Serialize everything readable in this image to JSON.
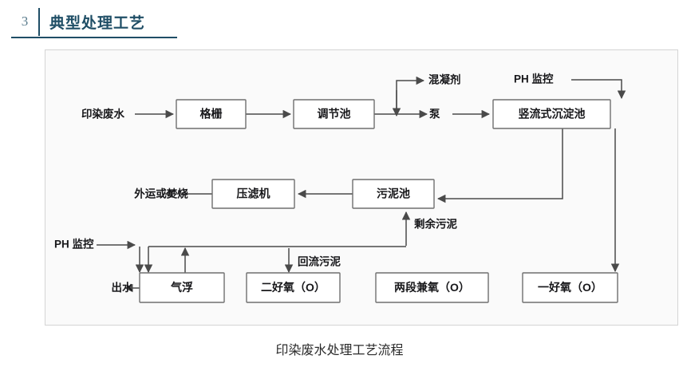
{
  "header": {
    "number": "3",
    "title": "典型处理工艺"
  },
  "caption": "印染废水处理工艺流程",
  "diagram": {
    "nodes": [
      {
        "id": "grille",
        "label": "格栅"
      },
      {
        "id": "equal-tank",
        "label": "调节池"
      },
      {
        "id": "settler",
        "label": "竖流式沉淀池"
      },
      {
        "id": "filter-press",
        "label": "压滤机"
      },
      {
        "id": "sludge-tank",
        "label": "污泥池"
      },
      {
        "id": "flotation",
        "label": "气浮"
      },
      {
        "id": "aerobic-2",
        "label": "二好氧（O）"
      },
      {
        "id": "anoxic-2",
        "label": "两段兼氧（O）"
      },
      {
        "id": "aerobic-1",
        "label": "一好氧（O）"
      }
    ],
    "labels": [
      {
        "id": "influent",
        "text": "印染废水"
      },
      {
        "id": "coagulant",
        "text": "混凝剂"
      },
      {
        "id": "pump",
        "text": "泵"
      },
      {
        "id": "ph-monitor-1",
        "text": "PH 监控"
      },
      {
        "id": "ph-monitor-2",
        "text": "PH 监控"
      },
      {
        "id": "dispose",
        "text": "外运或焚烧"
      },
      {
        "id": "excess-sludge",
        "text": "剩余污泥"
      },
      {
        "id": "return-sludge",
        "text": "回流污泥"
      },
      {
        "id": "effluent",
        "text": "出水"
      }
    ]
  }
}
